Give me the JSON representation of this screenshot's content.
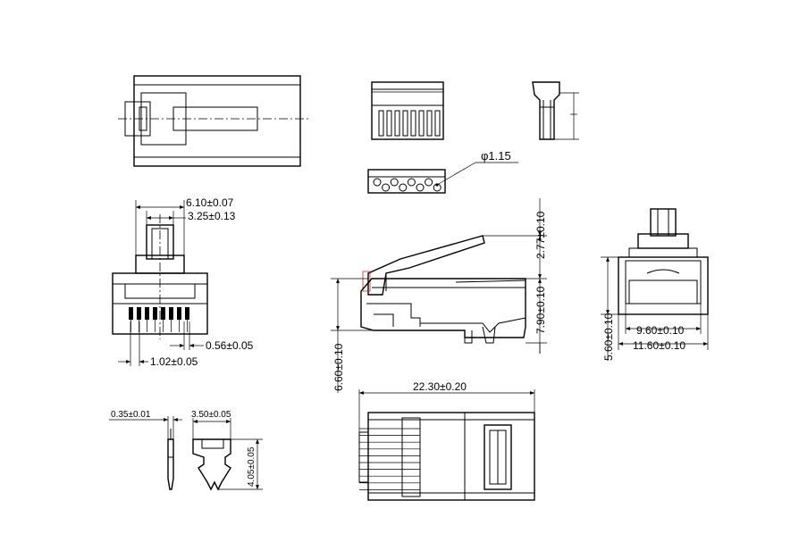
{
  "drawing": {
    "background": "#ffffff",
    "line_color": "#000000",
    "accent_color": "#e02020",
    "dimensions": {
      "hole_diameter": "φ1.15",
      "pitch_610": "6.10±0.07",
      "pitch_325": "3.25±0.13",
      "contact_056": "0.56±0.05",
      "contact_102": "1.02±0.05",
      "height_277": "2.77±0.10",
      "height_790": "7.90±0.10",
      "height_660": "6.60±0.10",
      "width_960": "9.60±0.10",
      "width_1160": "11.60±0.10",
      "height_560": "5.60±0.10",
      "length_2230": "22.30±0.20",
      "blade_035": "0.35±0.01",
      "blade_350": "3.50±0.05",
      "blade_405": "4.05±0.05"
    }
  }
}
